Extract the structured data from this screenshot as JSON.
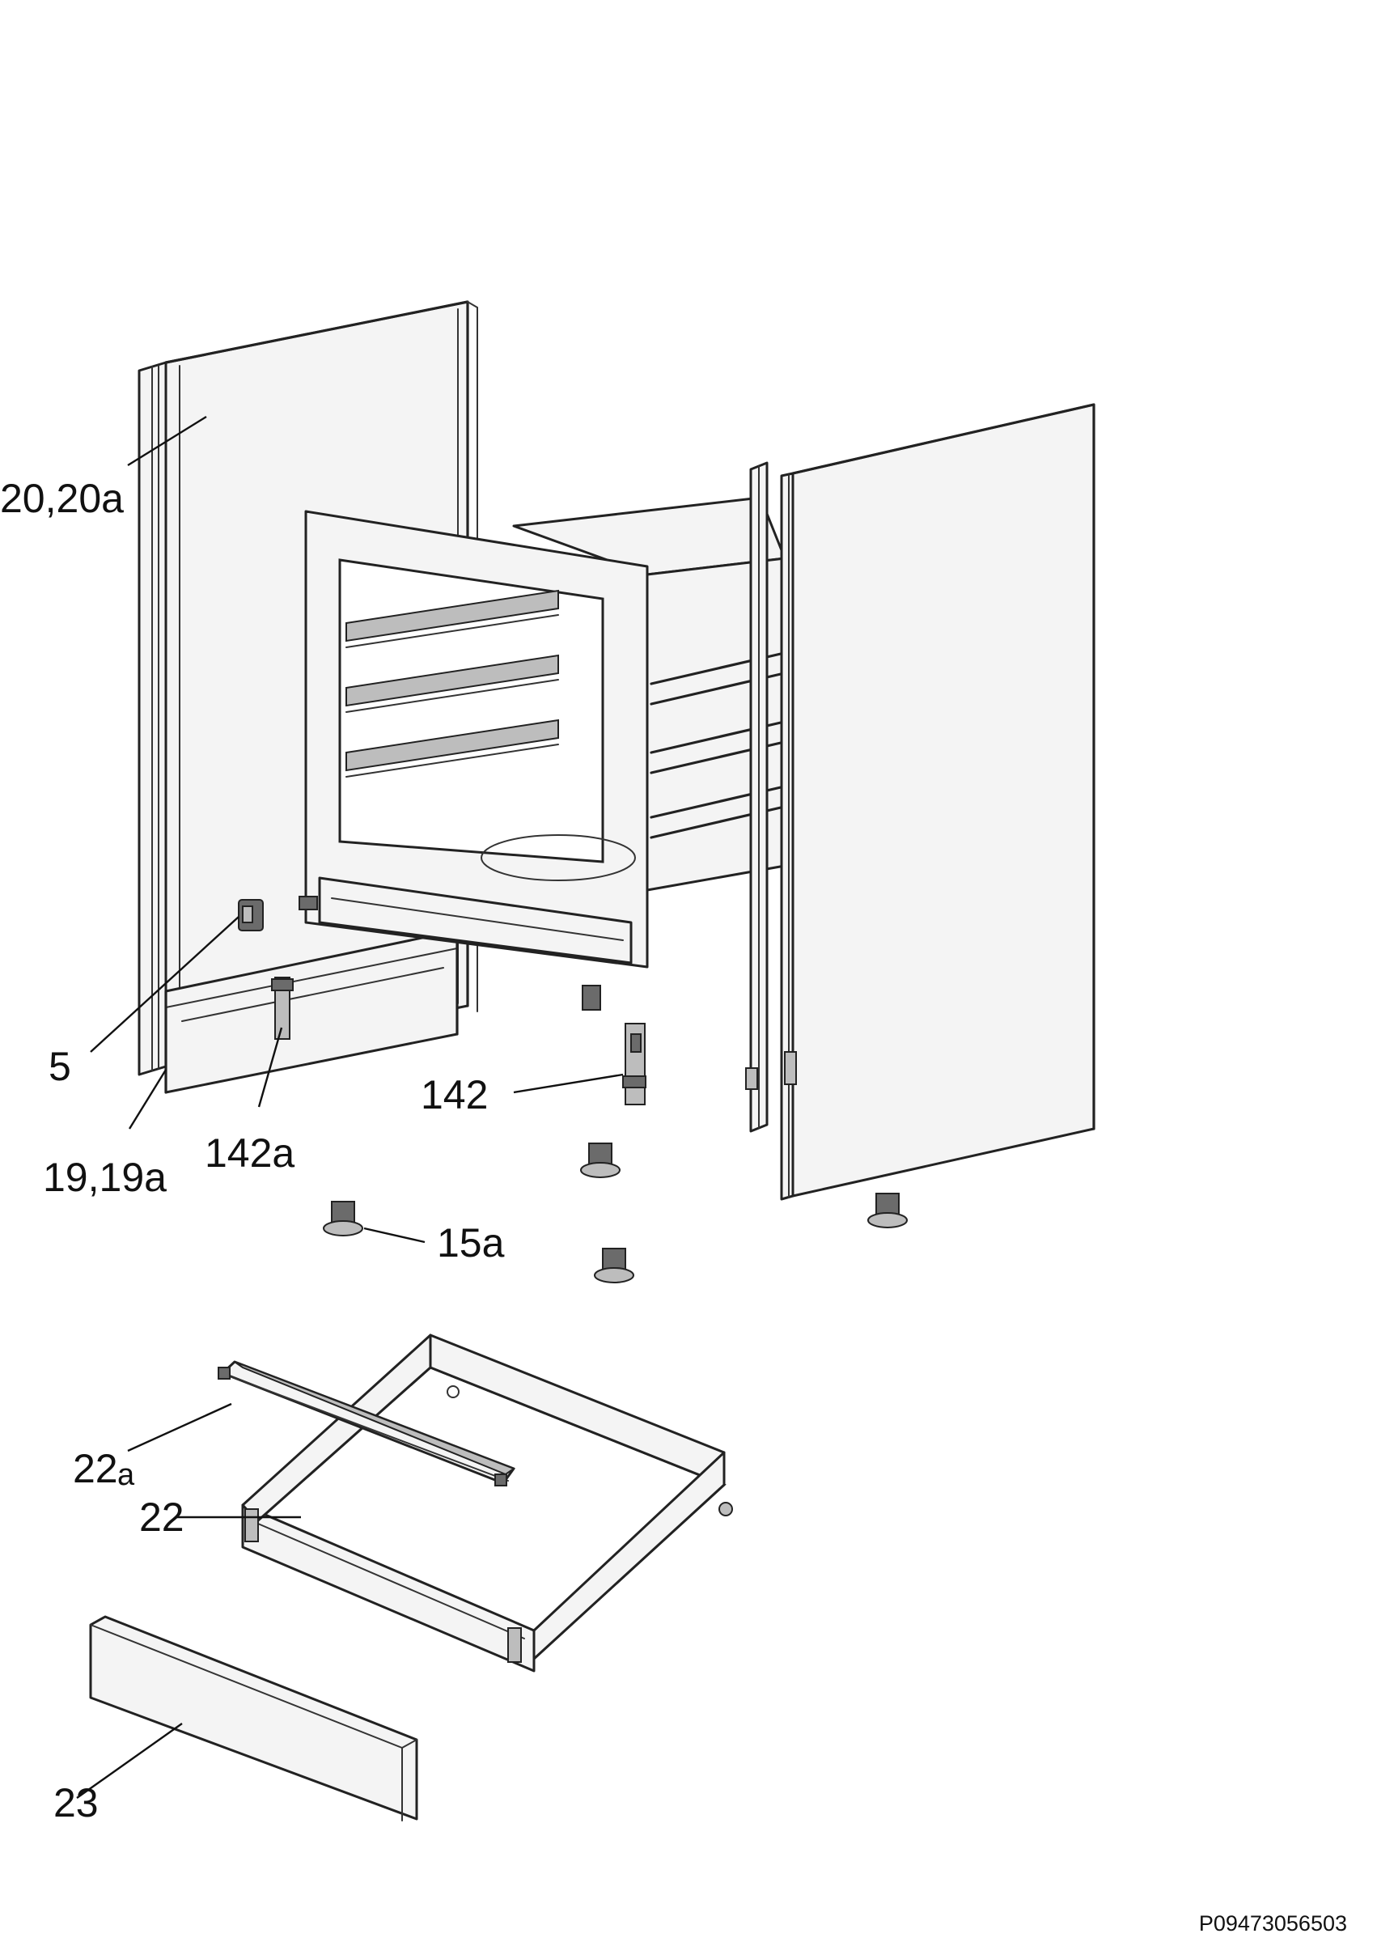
{
  "callouts": {
    "side_panel_left": "20,20a",
    "clip": "5",
    "rear_frame": "19,19a",
    "bracket_left": "142a",
    "bracket_right": "142",
    "foot": "15a",
    "handle_strip_main": "22",
    "handle_strip_suffix": "a",
    "drawer": "22",
    "drawer_front": "23"
  },
  "document_ref": "P09473056503"
}
